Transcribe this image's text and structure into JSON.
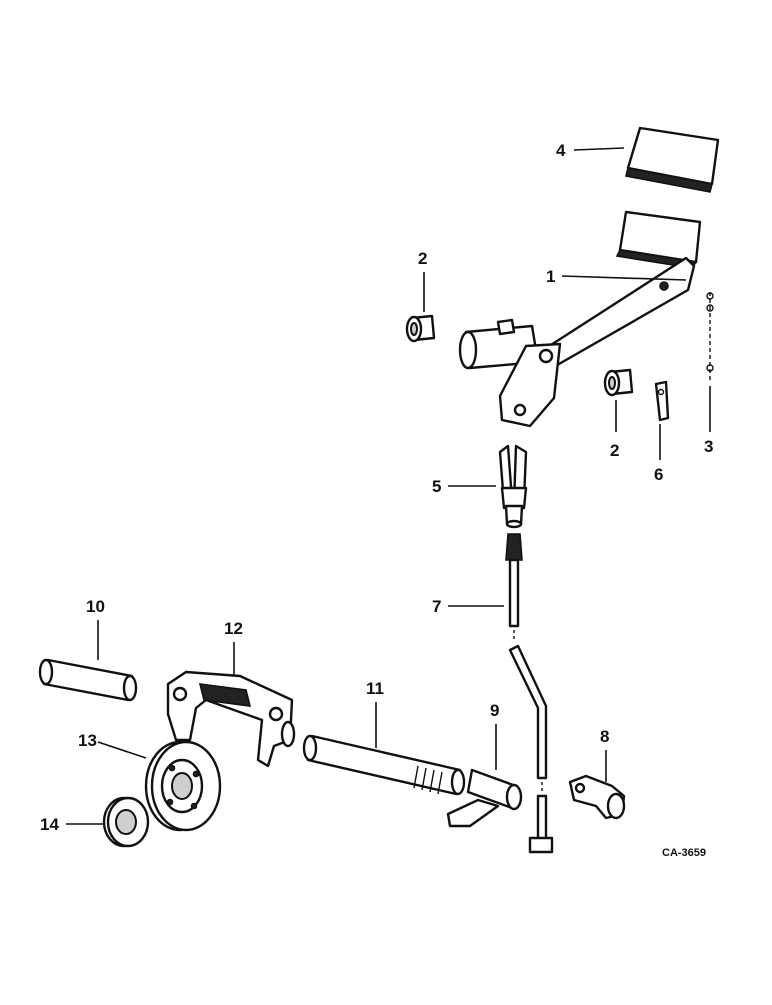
{
  "diagram": {
    "drawing_code": "CA-3659",
    "callouts": [
      {
        "id": "1",
        "label": "1"
      },
      {
        "id": "2a",
        "label": "2"
      },
      {
        "id": "2b",
        "label": "2"
      },
      {
        "id": "3",
        "label": "3"
      },
      {
        "id": "4",
        "label": "4"
      },
      {
        "id": "5",
        "label": "5"
      },
      {
        "id": "6",
        "label": "6"
      },
      {
        "id": "7",
        "label": "7"
      },
      {
        "id": "8",
        "label": "8"
      },
      {
        "id": "9",
        "label": "9"
      },
      {
        "id": "10",
        "label": "10"
      },
      {
        "id": "11",
        "label": "11"
      },
      {
        "id": "12",
        "label": "12"
      },
      {
        "id": "13",
        "label": "13"
      },
      {
        "id": "14",
        "label": "14"
      }
    ]
  }
}
